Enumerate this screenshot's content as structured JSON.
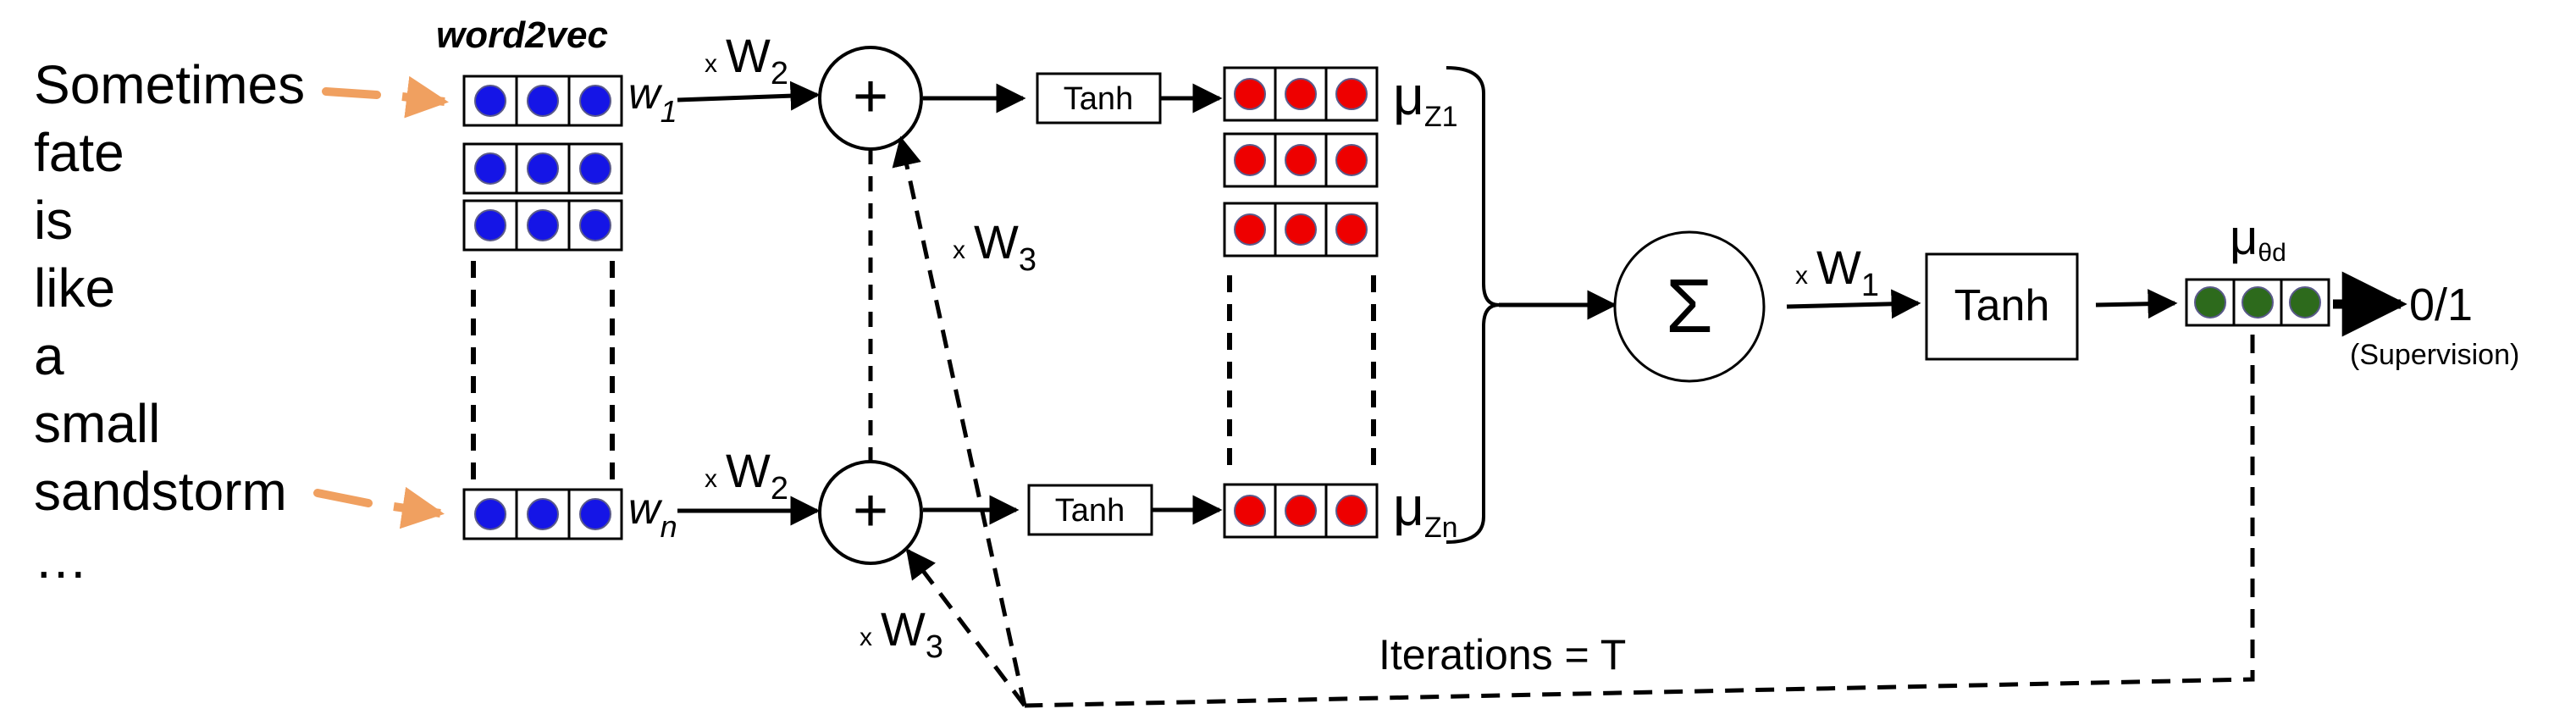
{
  "input_words": [
    "Sometimes",
    "fate",
    "is",
    "like",
    "a",
    "small",
    "sandstorm",
    "…"
  ],
  "embedding": {
    "title": "word2vec",
    "label_first": "w",
    "label_first_sub": "1",
    "label_last": "w",
    "label_last_sub": "n"
  },
  "weights": {
    "w2_prefix": "x",
    "w2": "W",
    "w2_sub": "2",
    "w3_prefix": "x",
    "w3": "W",
    "w3_sub": "3",
    "w1_prefix": "x",
    "w1": "W",
    "w1_sub": "1"
  },
  "nodes": {
    "sum_top": "+",
    "sum_bottom": "+",
    "tanh_top": "Tanh",
    "tanh_bottom": "Tanh",
    "sigma": "Σ",
    "tanh_final": "Tanh"
  },
  "hidden": {
    "mu": "μ",
    "top_sub": "Z1",
    "bottom_sub": "Zn"
  },
  "output": {
    "mu": "μ",
    "mu_sub": "θd",
    "label": "0/1",
    "supervision": "(Supervision)"
  },
  "iterations": "Iterations = T",
  "colors": {
    "embedding_dot": "#1515e6",
    "hidden_dot": "#ee0000",
    "output_dot": "#2d6a1c",
    "input_arrow": "#f0a060",
    "line": "#000000"
  }
}
